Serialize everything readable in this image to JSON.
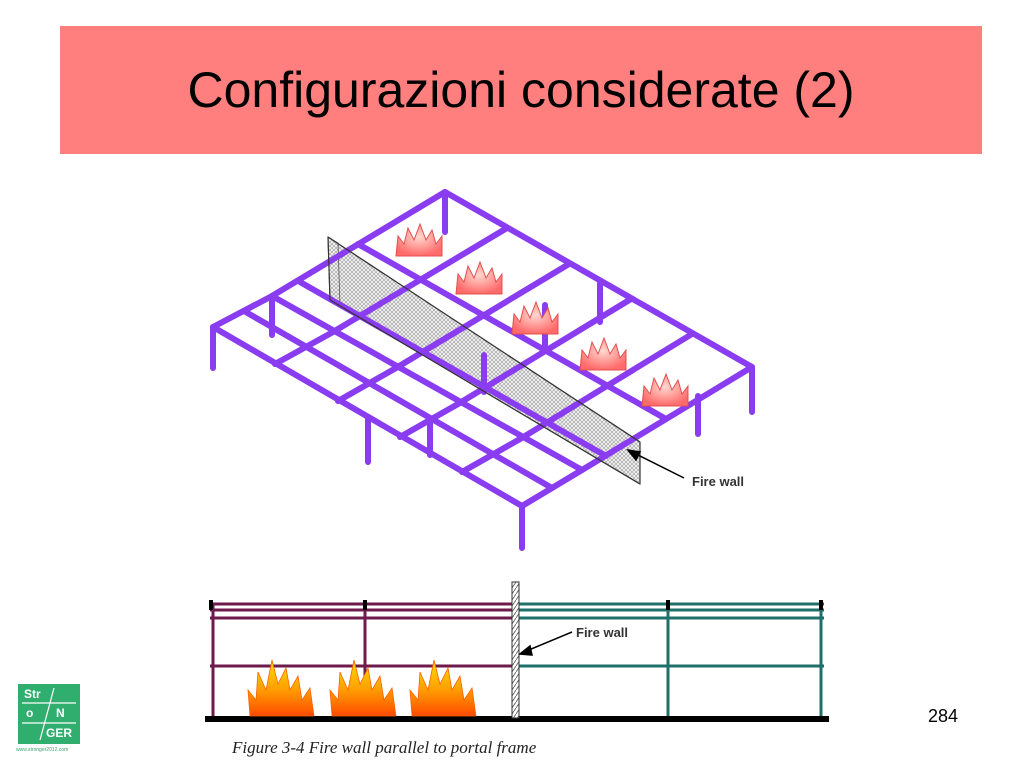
{
  "slide": {
    "title": "Configurazioni considerate (2)",
    "page_number": "284"
  },
  "figure": {
    "top_label": "Fire wall",
    "bottom_label": "Fire wall",
    "caption": "Figure 3-4 Fire wall parallel to portal frame"
  },
  "logo": {
    "line1": "Str",
    "line2a": "o",
    "line2b": "N",
    "line3": "GER",
    "url": "www.stronger2012.com"
  },
  "colors": {
    "title_band": "#ff7f7f",
    "frame_purple": "#8a3cf0",
    "frame_maroon": "#6e1a4a",
    "frame_teal": "#1f6f6a",
    "logo_green": "#2fae6d"
  }
}
